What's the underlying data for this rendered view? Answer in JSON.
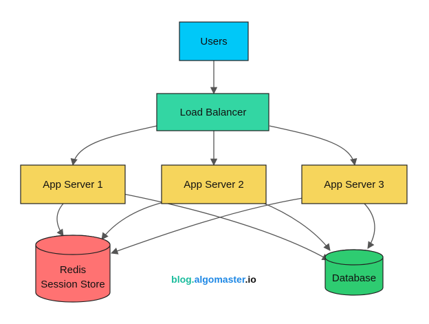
{
  "diagram": {
    "nodes": {
      "users": {
        "label": "Users",
        "color": "#00C8F8"
      },
      "load_balancer": {
        "label": "Load Balancer",
        "color": "#33D6A3"
      },
      "app1": {
        "label": "App Server 1",
        "color": "#F6D55C"
      },
      "app2": {
        "label": "App Server 2",
        "color": "#F6D55C"
      },
      "app3": {
        "label": "App Server 3",
        "color": "#F6D55C"
      },
      "redis": {
        "label_line1": "Redis",
        "label_line2": "Session Store",
        "color": "#FF7272"
      },
      "database": {
        "label": "Database",
        "color": "#2ECC71"
      }
    },
    "edges": [
      {
        "from": "users",
        "to": "load_balancer"
      },
      {
        "from": "load_balancer",
        "to": "app1"
      },
      {
        "from": "load_balancer",
        "to": "app2"
      },
      {
        "from": "load_balancer",
        "to": "app3"
      },
      {
        "from": "app1",
        "to": "redis"
      },
      {
        "from": "app1",
        "to": "database"
      },
      {
        "from": "app2",
        "to": "redis"
      },
      {
        "from": "app2",
        "to": "database"
      },
      {
        "from": "app3",
        "to": "redis"
      },
      {
        "from": "app3",
        "to": "database"
      }
    ]
  },
  "watermark": {
    "part1": "blog.",
    "part2": "algomaster",
    "part3": ".io",
    "color1": "#1ABC9C",
    "color2": "#1E88E5",
    "color3": "#111111"
  }
}
